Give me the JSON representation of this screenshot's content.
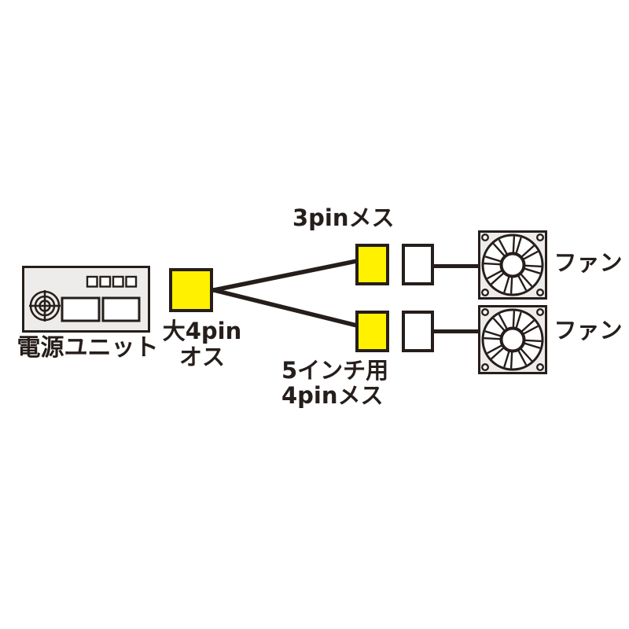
{
  "diagram": {
    "psu": {
      "label": "電源ユニット",
      "icon": "psu-box-icon"
    },
    "main_connector": {
      "label_line1": "大4pin",
      "label_line2": "オス",
      "icon": "yellow-connector-icon"
    },
    "top_branch": {
      "connector_label": "3pinメス",
      "fan_label": "ファン",
      "icons": [
        "yellow-connector-icon",
        "white-plug-icon",
        "fan-icon"
      ]
    },
    "bottom_branch": {
      "connector_label_line1": "5インチ用",
      "connector_label_line2": "4pinメス",
      "fan_label": "ファン",
      "icons": [
        "yellow-connector-icon",
        "white-plug-icon",
        "fan-icon"
      ]
    },
    "colors": {
      "connector_yellow": "#fff100",
      "line_dark": "#251e1b",
      "device_fill": "#edecea",
      "background": "#ffffff"
    }
  }
}
